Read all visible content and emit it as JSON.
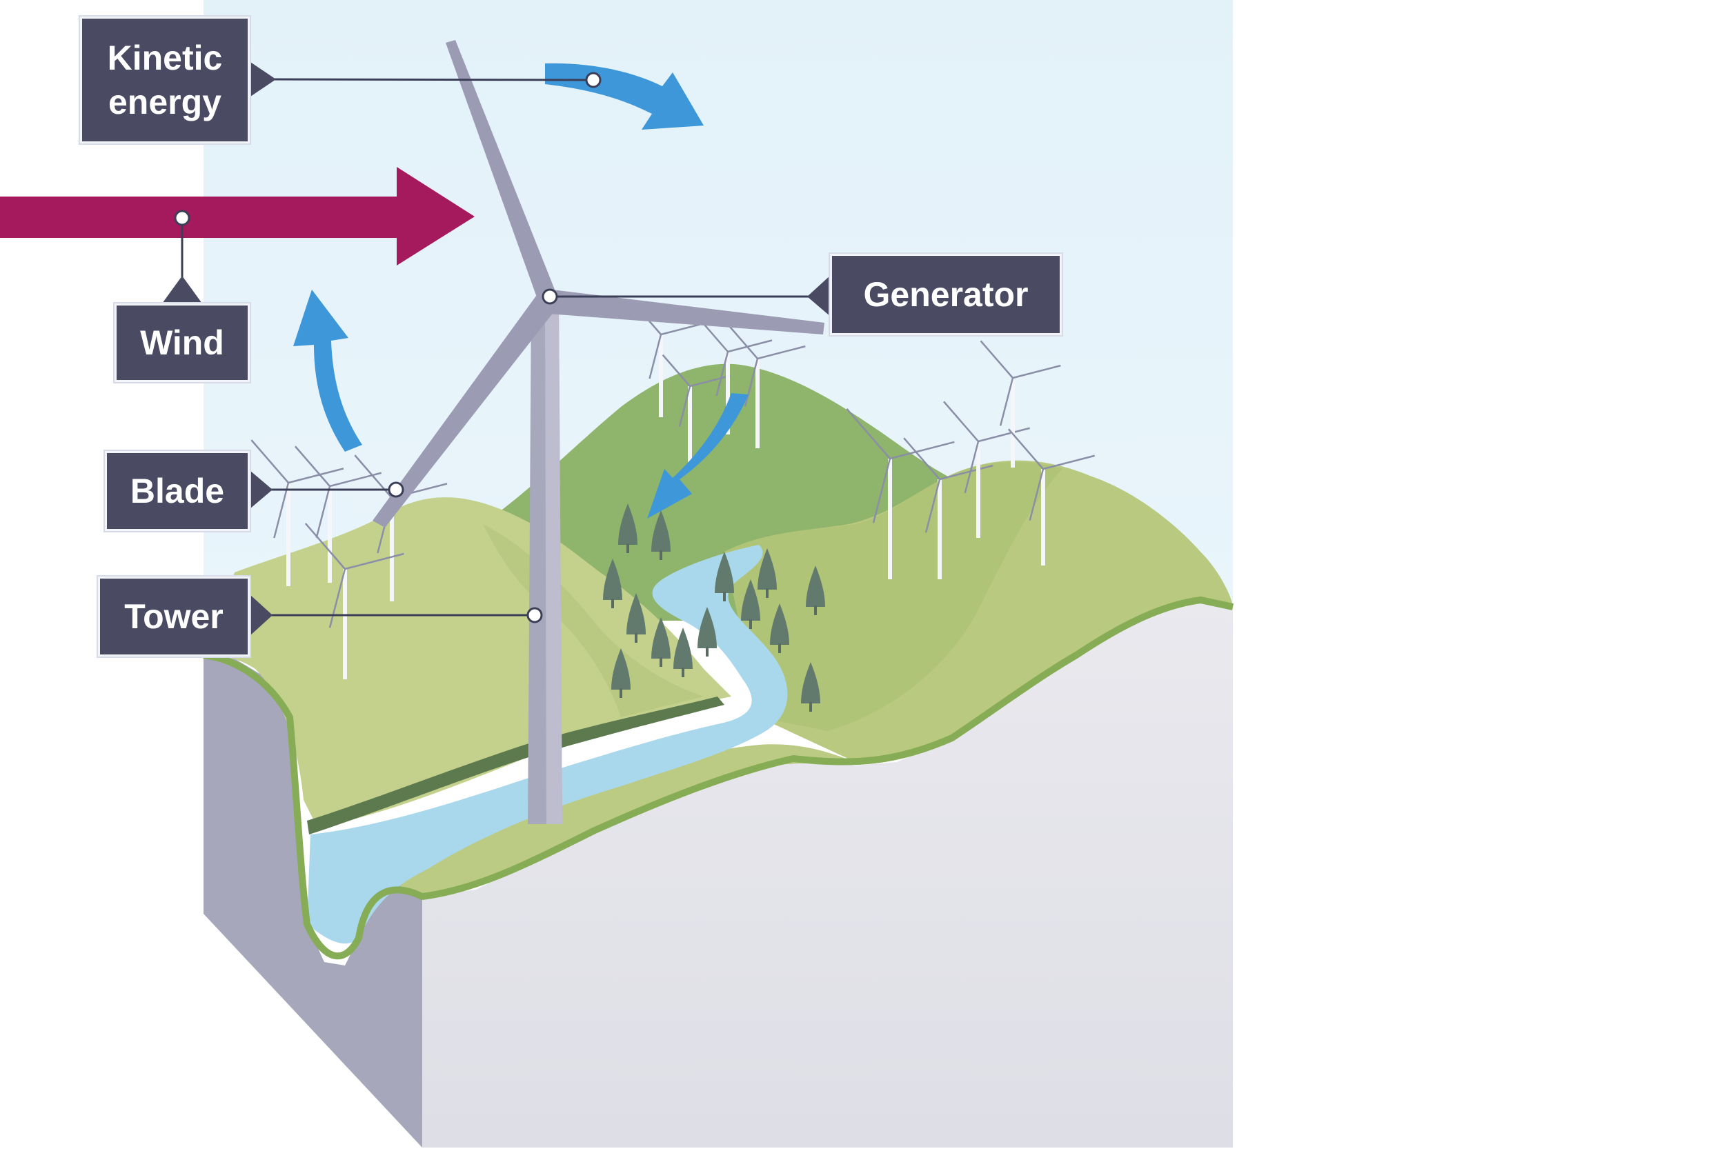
{
  "labels": {
    "kinetic_energy": "Kinetic\nenergy",
    "wind": "Wind",
    "blade": "Blade",
    "tower": "Tower",
    "generator": "Generator"
  },
  "colors": {
    "sky": "#e5f3fa",
    "wind_arrow": "#a4195d",
    "motion_arrow": "#3d97d9",
    "label_background": "#4a4a63",
    "label_text": "#ffffff",
    "turbine": "#9c9cb3",
    "grass_light": "#c5d28f",
    "grass_dark": "#97b66c",
    "hill_back": "#8fb46b",
    "river": "#a8d8ed",
    "ground_side": "#e3e3ea",
    "ground_left": "#a6a6b9",
    "tree": "#617a6d"
  },
  "icons": {
    "wind": "arrow-right",
    "kinetic_energy": "curved-arrow",
    "turbine": "wind-turbine",
    "trees": "conifer-tree"
  }
}
